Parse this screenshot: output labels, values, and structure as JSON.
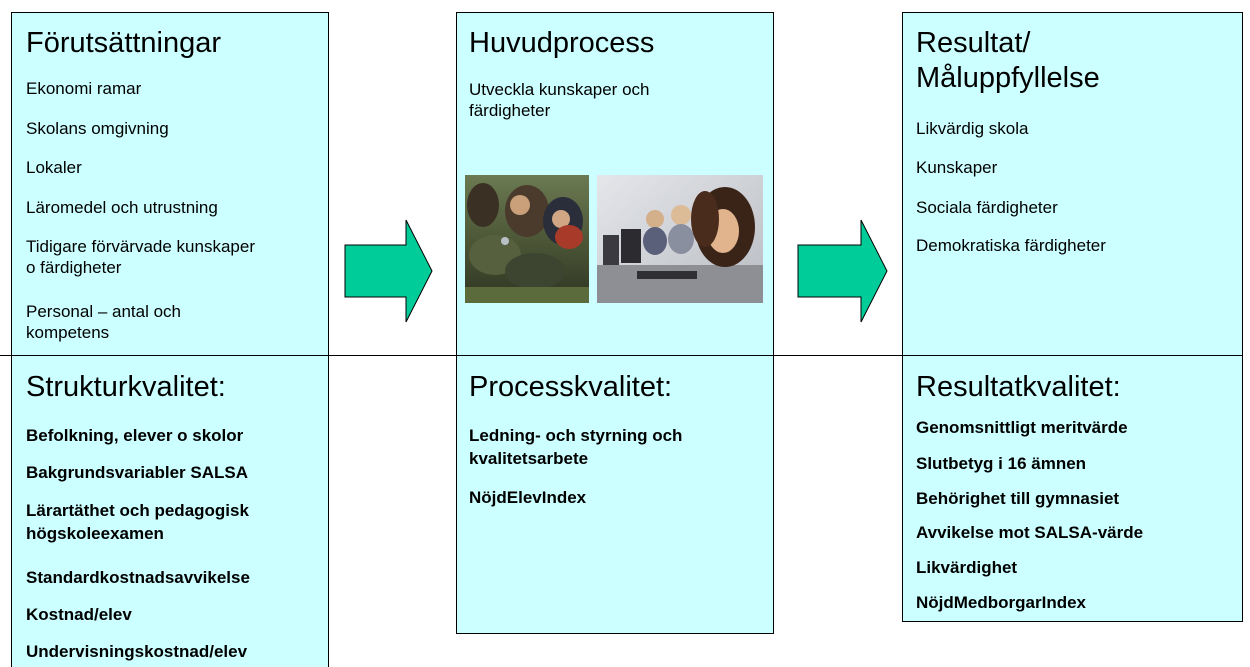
{
  "columns": [
    {
      "title": "Förutsättningar",
      "items": [
        "Ekonomi ramar",
        "Skolans omgivning",
        "Lokaler",
        "Läromedel och utrustning",
        "Tidigare förvärvade kunskaper o färdigheter",
        "Personal – antal och kompetens"
      ],
      "quality_title": "Strukturkvalitet:",
      "quality_items": [
        "Befolkning, elever o skolor",
        "Bakgrundsvariabler SALSA",
        "Lärartäthet och pedagogisk högskoleexamen",
        "Standardkostnadsavvikelse",
        "Kostnad/elev",
        "Undervisningskostnad/elev"
      ]
    },
    {
      "title": "Huvudprocess",
      "items": [
        "Utveckla kunskaper och färdigheter"
      ],
      "quality_title": "Processkvalitet:",
      "quality_items": [
        "Ledning- och styrning och kvalitetsarbete",
        "NöjdElevIndex"
      ]
    },
    {
      "title": "Resultat/ Måluppfyllelse",
      "items": [
        "Likvärdig skola",
        "Kunskaper",
        "Sociala färdigheter",
        "Demokratiska färdigheter"
      ],
      "quality_title": "Resultatkvalitet:",
      "quality_items": [
        "Genomsnittligt meritvärde",
        "Slutbetyg i 16 ämnen",
        "Behörighet till gymnasiet",
        "Avvikelse mot SALSA-värde",
        "Likvärdighet",
        "NöjdMedborgarIndex"
      ]
    }
  ],
  "colors": {
    "panel_fill": "#ccffff",
    "arrow_fill": "#00cc99",
    "border": "#000000"
  },
  "icons": [
    "right-arrow-icon",
    "students-outdoors-photo",
    "students-computers-photo"
  ]
}
